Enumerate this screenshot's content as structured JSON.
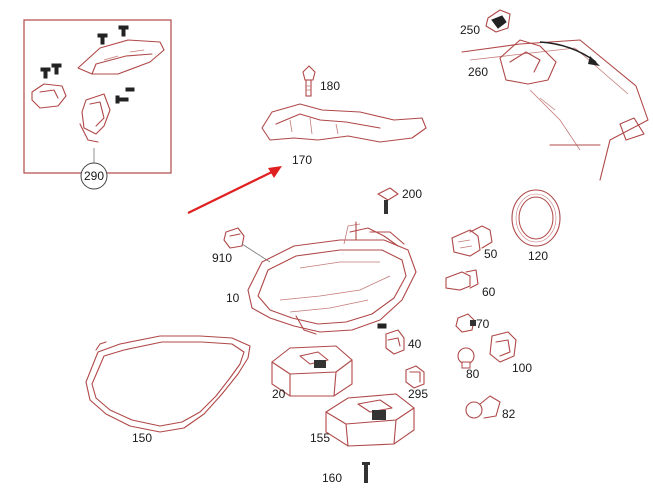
{
  "diagram": {
    "labels": {
      "p290": "290",
      "p250": "250",
      "p260": "260",
      "p180": "180",
      "p170": "170",
      "p200": "200",
      "p910": "910",
      "p10": "10",
      "p50": "50",
      "p120": "120",
      "p60": "60",
      "p70": "70",
      "p40": "40",
      "p100": "100",
      "p80": "80",
      "p20": "20",
      "p295": "295",
      "p82": "82",
      "p150": "150",
      "p155": "155",
      "p160": "160"
    },
    "colors": {
      "line": "#b04848",
      "arrow": "#e02020",
      "text": "#1a1a1a"
    }
  }
}
